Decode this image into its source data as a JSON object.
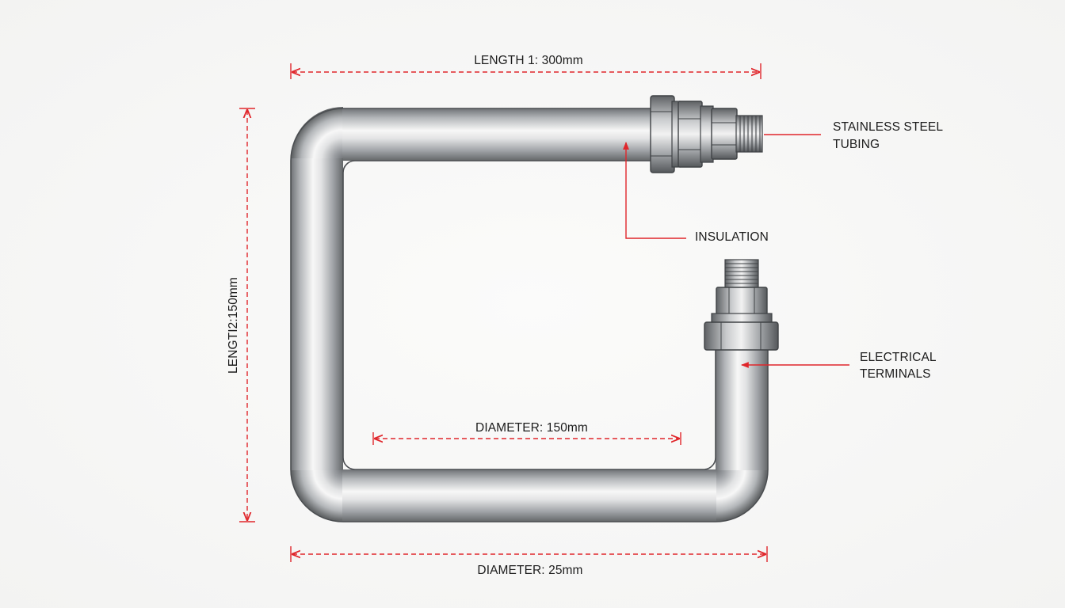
{
  "dimensions": {
    "length1": "LENGTH 1: 300mm",
    "length2": "LENGTI2:150mm",
    "diameter_inner": "DIAMETER: 150mm",
    "diameter_outer": "DIAMETER: 25mm"
  },
  "callouts": {
    "stainless_line1": "STAINLESS STEEL",
    "stainless_line2": "TUBING",
    "insulation": "INSULATION",
    "electrical_line1": "ELECTRICAL",
    "electrical_line2": "TERMINALS"
  },
  "colors": {
    "dimension": "#e0262b",
    "tube_dark": "#7d8084",
    "tube_light": "#fafafa",
    "label": "#1c1c1c"
  }
}
